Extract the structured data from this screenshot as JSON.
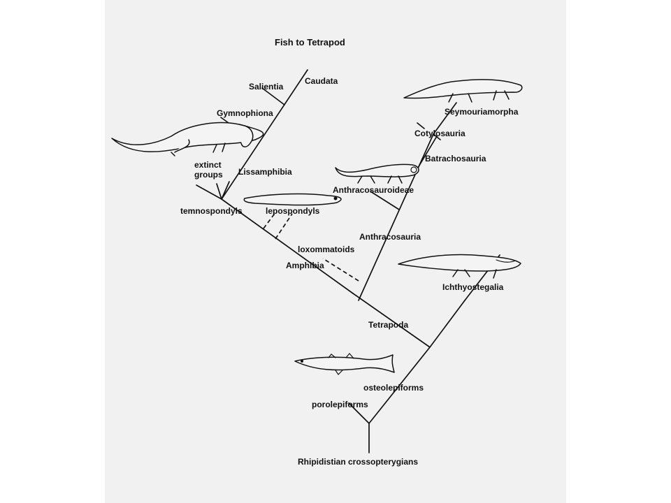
{
  "title": "Fish to Tetrapod",
  "taxa": {
    "caudata": "Caudata",
    "salientia": "Salientia",
    "gymnophiona": "Gymnophiona",
    "lissamphibia": "Lissamphibia",
    "extinct_groups": "extinct\ngroups",
    "temnospondyls": "temnospondyls",
    "lepospondyls": "lepospondyls",
    "loxommatoids": "loxommatoids",
    "amphibia": "Amphibia",
    "seymouriamorpha": "Seymouriamorpha",
    "cotylosauria": "Cotylosauria",
    "batrachosauria": "Batrachosauria",
    "anthracosauroideae": "Anthracosauroideae",
    "anthracosauria": "Anthracosauria",
    "ichthyostegalia": "Ichthyostegalia",
    "tetrapoda": "Tetrapoda",
    "osteolepiforms": "osteolepiforms",
    "porolepiforms": "porolepiforms",
    "root": "Rhipidistian crossopterygians"
  },
  "icons": {
    "temnospondyl": "temnospondyl-drawing-icon",
    "lepospondyl": "lepospondyl-drawing-icon",
    "seymouriamorph": "seymouriamorph-drawing-icon",
    "anthracosaur": "anthracosaur-drawing-icon",
    "ichthyostega": "ichthyostega-drawing-icon",
    "osteolepiform": "osteolepiform-fish-drawing-icon"
  }
}
